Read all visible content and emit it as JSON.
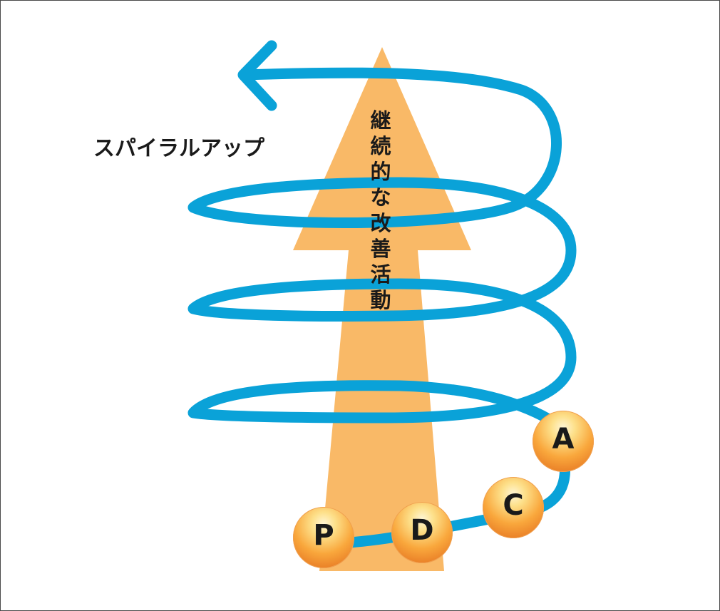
{
  "diagram": {
    "spiral_label": "スパイラルアップ",
    "arrow_label": "継続的な改善活動",
    "phases": [
      "P",
      "D",
      "C",
      "A"
    ]
  },
  "colors": {
    "spiral": "#0aa2d8",
    "arrow": "#f9b967",
    "text": "#1a1a1a",
    "border": "#4a4a4a"
  }
}
